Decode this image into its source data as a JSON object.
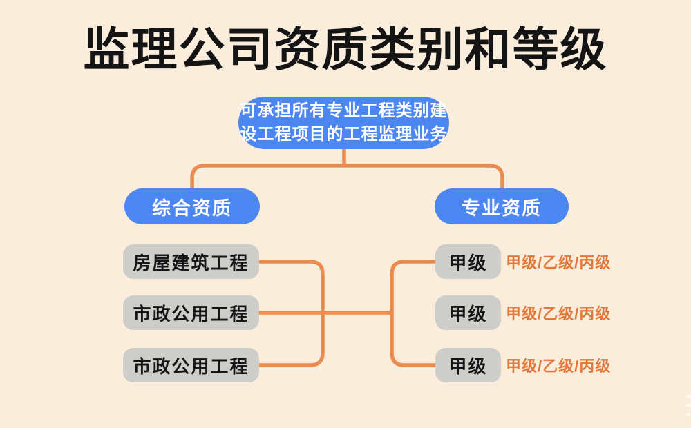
{
  "title": "监理公司资质类别和等级",
  "colors": {
    "background": "#FAEDDB",
    "node_blue": "#4C86F0",
    "gray_box": "#CDCDCA",
    "connector_orange": "#E98C50",
    "levels_orange": "#E0793B",
    "dark_text": "#141414"
  },
  "root": {
    "line1": "可承担所有专业工程类别建",
    "line2": "设工程项目的工程监理业务"
  },
  "left_branch": {
    "label": "综合资质",
    "items": [
      "房屋建筑工程",
      "市政公用工程",
      "市政公用工程"
    ]
  },
  "right_branch": {
    "label": "专业资质",
    "items": [
      {
        "grade": "甲级",
        "levels": "甲级/乙级/丙级"
      },
      {
        "grade": "甲级",
        "levels": "甲级/乙级/丙级"
      },
      {
        "grade": "甲级",
        "levels": "甲级/乙级/丙级"
      }
    ]
  }
}
